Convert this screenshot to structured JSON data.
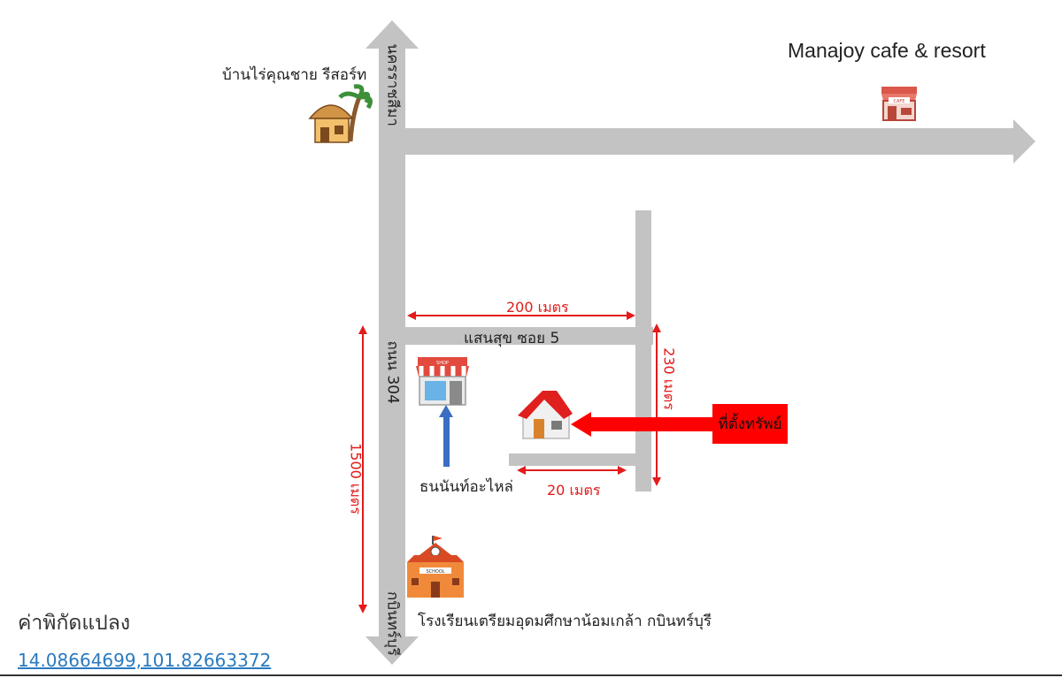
{
  "map": {
    "title": "Manajoy cafe & resort",
    "roads": {
      "top_vertical": "นครราชสีมา",
      "main_road": "ถนน 304",
      "bottom_vertical": "กบินทร์บุรี",
      "soi": "แสนสุข ซอย 5"
    },
    "distances": {
      "soi_length": "200 เมตร",
      "side_road": "230 เมตร",
      "short_road": "20 เมตร",
      "main_length": "1500 เมตร"
    },
    "landmarks": {
      "resort": "บ้านไร่คุณชาย รีสอร์ท",
      "parts_shop": "ธนนันท์อะไหล่",
      "school": "โรงเรียนเตรียมอุดมศึกษาน้อมเกล้า กบินทร์บุรี"
    },
    "property_marker": "ที่ตั้งทรัพย์",
    "icons": {
      "resort": "hut-palm-icon",
      "cafe": "cafe-store-icon",
      "shop": "shop-store-icon",
      "house": "house-icon",
      "school": "school-icon"
    },
    "colors": {
      "road": "#c3c3c3",
      "marker": "#ff0000",
      "measure": "#e31b1b",
      "link": "#2a7ac0"
    }
  },
  "coordinates": {
    "label": "ค่าพิกัดแปลง",
    "value": "14.08664699,101.82663372"
  }
}
